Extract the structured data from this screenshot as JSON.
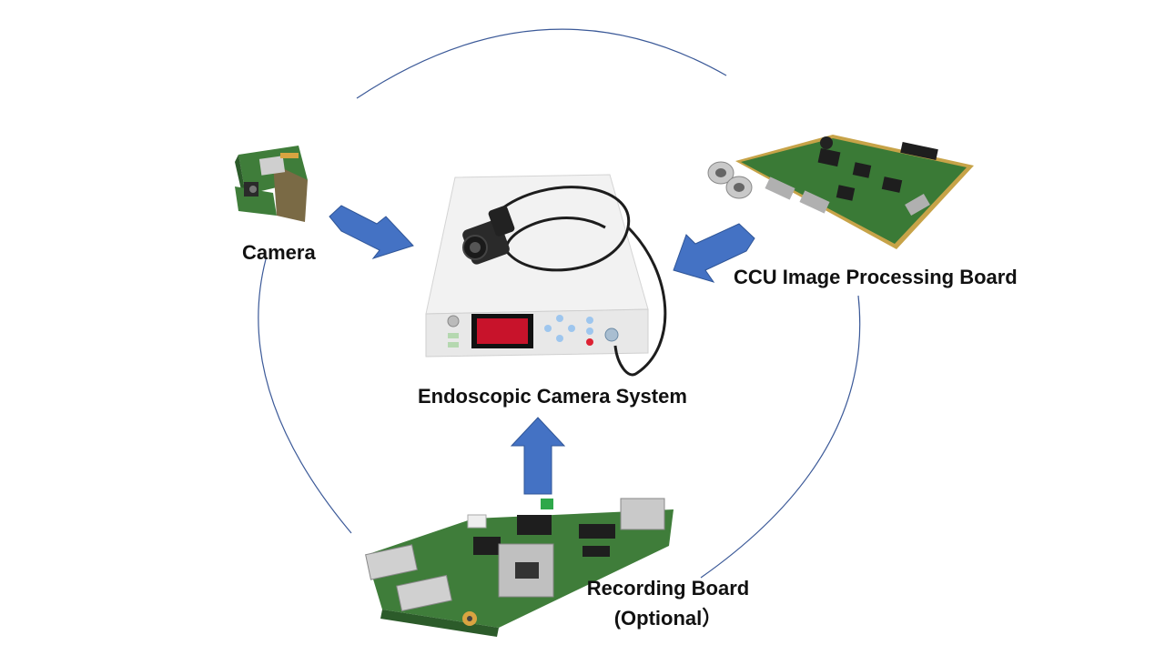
{
  "nodes": {
    "camera": {
      "label": "Camera"
    },
    "ccu": {
      "label": "CCU Image Processing Board"
    },
    "system": {
      "label": "Endoscopic Camera System"
    },
    "recording": {
      "label_line1": "Recording Board",
      "label_line2": "(Optional）"
    }
  },
  "colors": {
    "arrow": "#4472C4",
    "arrow_edge": "#2F5597",
    "arc": "#3B5998",
    "pcb": "#3f7d3a",
    "pcb_dark": "#2c5b2a",
    "chip": "#1e1e1e",
    "metal": "#b8b8b8",
    "device_body": "#eeeeee"
  },
  "icons": {
    "camera": "camera-module-photo",
    "ccu": "ccu-board-photo",
    "system": "endoscope-console-photo",
    "recording": "recording-board-photo"
  }
}
